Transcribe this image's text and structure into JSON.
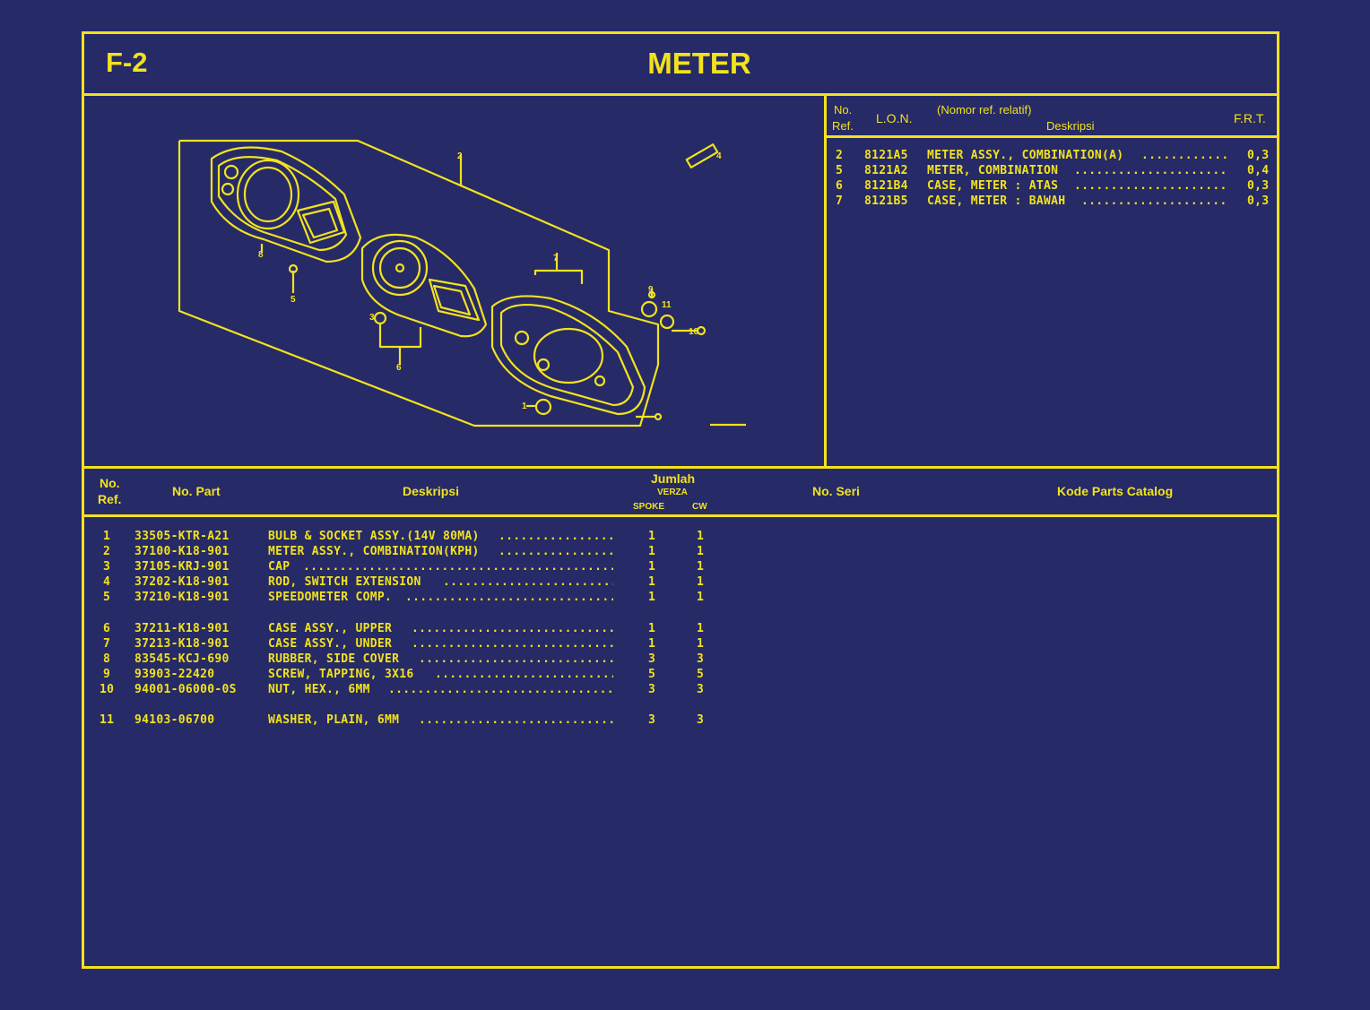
{
  "header": {
    "code": "F-2",
    "title": "METER"
  },
  "lon_table": {
    "headers": {
      "no_ref_line1": "No.",
      "no_ref_line2": "Ref.",
      "lon": "L.O.N.",
      "nomor_ref": "(Nomor ref. relatif)",
      "deskripsi": "Deskripsi",
      "frt": "F.R.T."
    },
    "rows": [
      {
        "ref": "2",
        "lon": "8121A5",
        "desc": "METER ASSY., COMBINATION(A)",
        "frt": "0,3"
      },
      {
        "ref": "5",
        "lon": "8121A2",
        "desc": "METER, COMBINATION",
        "frt": "0,4"
      },
      {
        "ref": "6",
        "lon": "8121B4",
        "desc": "CASE, METER : ATAS",
        "frt": "0,3"
      },
      {
        "ref": "7",
        "lon": "8121B5",
        "desc": "CASE, METER : BAWAH",
        "frt": "0,3"
      }
    ]
  },
  "diagram": {
    "callouts": [
      "2",
      "7",
      "6",
      "8",
      "1",
      "4",
      "3",
      "9",
      "5",
      "10",
      "11"
    ]
  },
  "parts_table": {
    "headers": {
      "no_ref_line1": "No.",
      "no_ref_line2": "Ref.",
      "no_part": "No. Part",
      "deskripsi": "Deskripsi",
      "jumlah": "Jumlah",
      "verza": "VERZA",
      "spoke": "SPOKE",
      "cw": "CW",
      "no_seri": "No. Seri",
      "kode": "Kode Parts Catalog"
    },
    "rows": [
      {
        "ref": "1",
        "part": "33505-KTR-A21",
        "desc": "BULB & SOCKET ASSY.(14V 80MA)",
        "spoke": "1",
        "cw": "1"
      },
      {
        "ref": "2",
        "part": "37100-K18-901",
        "desc": "METER ASSY., COMBINATION(KPH)",
        "spoke": "1",
        "cw": "1"
      },
      {
        "ref": "3",
        "part": "37105-KRJ-901",
        "desc": "CAP",
        "spoke": "1",
        "cw": "1"
      },
      {
        "ref": "4",
        "part": "37202-K18-901",
        "desc": "ROD, SWITCH EXTENSION",
        "spoke": "1",
        "cw": "1"
      },
      {
        "ref": "5",
        "part": "37210-K18-901",
        "desc": "SPEEDOMETER COMP.",
        "spoke": "1",
        "cw": "1"
      },
      {
        "ref": "6",
        "part": "37211-K18-901",
        "desc": "CASE ASSY., UPPER",
        "spoke": "1",
        "cw": "1"
      },
      {
        "ref": "7",
        "part": "37213-K18-901",
        "desc": "CASE ASSY., UNDER",
        "spoke": "1",
        "cw": "1"
      },
      {
        "ref": "8",
        "part": "83545-KCJ-690",
        "desc": "RUBBER, SIDE COVER",
        "spoke": "3",
        "cw": "3"
      },
      {
        "ref": "9",
        "part": "93903-22420",
        "desc": "SCREW, TAPPING, 3X16",
        "spoke": "5",
        "cw": "5"
      },
      {
        "ref": "10",
        "part": "94001-06000-0S",
        "desc": "NUT, HEX., 6MM",
        "spoke": "3",
        "cw": "3"
      },
      {
        "ref": "11",
        "part": "94103-06700",
        "desc": "WASHER, PLAIN, 6MM",
        "spoke": "3",
        "cw": "3"
      }
    ]
  },
  "colors": {
    "background": "#262a66",
    "ink": "#f2e21e"
  }
}
